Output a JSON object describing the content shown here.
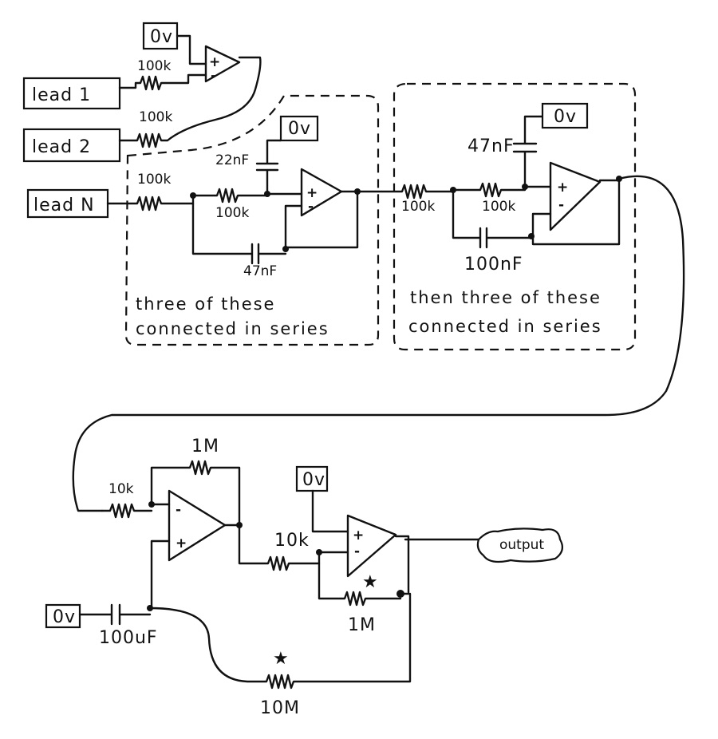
{
  "inputs": {
    "lead1": "lead 1",
    "lead2": "lead 2",
    "leadN": "lead N"
  },
  "ground": "0v",
  "buffer": {
    "r_lead1": "100k",
    "r_lead2": "100k",
    "plus": "+",
    "minus": "-"
  },
  "stage1": {
    "r_in": "100k",
    "r_series": "100k",
    "c_ground": "22nF",
    "c_feedback": "47nF",
    "note_line1": "three of these",
    "note_line2": "connected in series"
  },
  "stage2": {
    "r_in": "100k",
    "r_series": "100k",
    "c_ground": "47nF",
    "c_feedback": "100nF",
    "note_line1": "then three of these",
    "note_line2": "connected in series"
  },
  "bottom": {
    "r_in": "10k",
    "r_feedback": "1M",
    "r_mid": "10k",
    "r_feedback2": "1M",
    "r_loop": "10M",
    "c_ground": "100uF",
    "star": "★",
    "output": "output"
  }
}
